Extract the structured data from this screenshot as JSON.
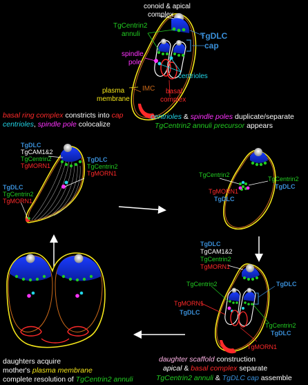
{
  "colors": {
    "background": "#000000",
    "white": "#ffffff",
    "blue": "#3a8fd8",
    "green": "#22cc22",
    "red": "#ff2a2a",
    "magenta": "#ff33ff",
    "cyan": "#22d6e8",
    "yellow": "#f5e61a",
    "orange": "#cc6a1a",
    "pink": "#ffb3e6"
  },
  "top": {
    "conoid": "conoid & apical",
    "conoid2": "complex",
    "annuli1": "TgCentrin2",
    "annuli2": "annuli",
    "tgdlc": "TgDLC",
    "cap": "cap",
    "spindle1": "spindle",
    "spindle2": "pole",
    "centrioles": "centrioles",
    "imc": "IMC",
    "plasma1": "plasma",
    "plasma2": "membrane",
    "basal1": "basal",
    "basal2": "complex"
  },
  "captions": {
    "left_a": "basal ring complex",
    "left_b": " constricts into ",
    "left_c": "cap",
    "left2_a": "centrioles",
    "left2_b": ", ",
    "left2_c": "spindle pole",
    "left2_d": " colocalize",
    "right_a": "centrioles",
    "right_b": " & ",
    "right_c": "spindle poles",
    "right_d": " duplicate/separate",
    "right2": "TgCentrin2 annuli precursor",
    "right2_b": " appears",
    "br1": "daughter scaffold",
    "br1_b": " construction",
    "br2_a": "apical",
    "br2_b": " & ",
    "br2_c": "basal complex",
    "br2_d": " separate",
    "br3_a": "TgCentrin2 annuli",
    "br3_b": " & ",
    "br3_c": "TgDLC cap",
    "br3_d": " assemble",
    "bl1": "daughters acquire",
    "bl2_a": "mother's ",
    "bl2_b": "plasma membrane",
    "bl3_a": "complete resolution of ",
    "bl3_b": "TgCentrin2 annuli"
  },
  "left_cell": {
    "dlc": "TgDLC",
    "cam": "TgCAM1&2",
    "cen": "TgCentrin2",
    "morn": "TgMORN1",
    "r_dlc": "TgDLC",
    "r_cen": "TgCentrin2",
    "r_morn": "TgMORN1",
    "b_dlc": "TgDLC",
    "b_cen": "TgCentrin2",
    "b_morn": "TgMORN1"
  },
  "right_cell": {
    "cen_l": "TgCentrin2",
    "cen_r": "TgCentrin2",
    "dlc_r": "TgDLC",
    "morn": "TgMORN1",
    "dlc": "TgDLC"
  },
  "br_cell": {
    "dlc": "TgDLC",
    "cam": "TgCAM1&2",
    "cen": "TgCentrin2",
    "morn": "TgMORN1",
    "cen_l": "TgCentrin2",
    "dlc_r": "TgDLC",
    "morn_l": "TgMORN1",
    "dlc_l": "TgDLC",
    "cen_r": "TgCentrin2",
    "dlc_r2": "TgDLC",
    "morn_b": "TgMORN1"
  }
}
